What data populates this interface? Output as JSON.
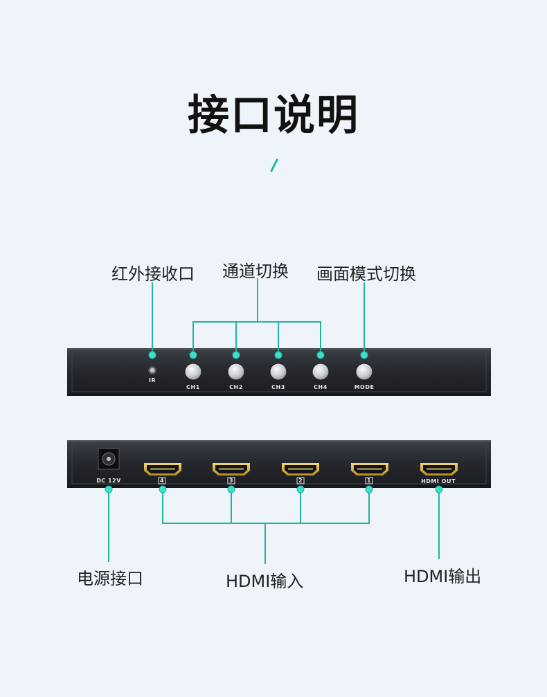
{
  "page": {
    "title": "接口说明"
  },
  "front_panel": {
    "callouts": {
      "ir_receiver": "红外接收口",
      "channel_switch": "通道切换",
      "mode_switch": "画面模式切换"
    },
    "labels": {
      "ir": "IR",
      "ch1": "CH1",
      "ch2": "CH2",
      "ch3": "CH3",
      "ch4": "CH4",
      "mode": "MODE"
    }
  },
  "rear_panel": {
    "callouts": {
      "power": "电源接口",
      "hdmi_in": "HDMI输入",
      "hdmi_out": "HDMI输出"
    },
    "labels": {
      "dc": "DC 12V",
      "in4": "4",
      "in3": "3",
      "in2": "2",
      "in1": "1",
      "out": "HDMI OUT"
    }
  },
  "colors": {
    "accent": "#1fb5a3",
    "panel": "#2a2d33",
    "background": "#eef4fa"
  }
}
